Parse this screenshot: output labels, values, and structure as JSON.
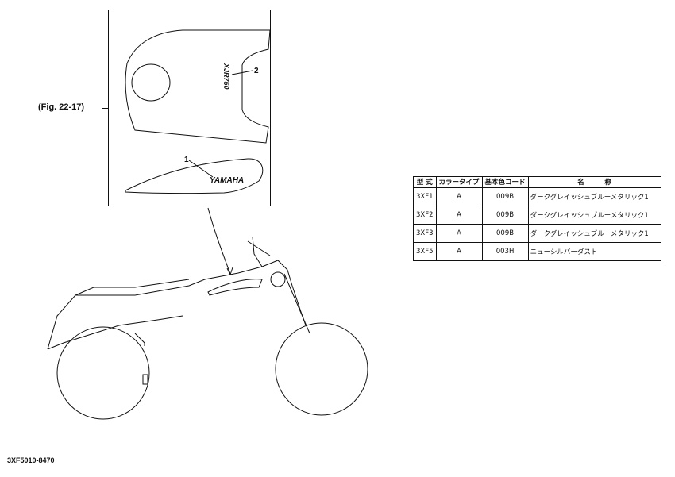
{
  "figure": {
    "ref_label": "(Fig. 22-17)",
    "callouts": [
      "1",
      "2"
    ],
    "tank_text": "YAMAHA",
    "cover_text": "XJR750"
  },
  "table": {
    "headers": [
      "型 式",
      "カラータイプ",
      "基本色コード",
      "名　　　称"
    ],
    "rows": [
      [
        "3XF1",
        "A",
        "009B",
        "ダークグレイッシュブルーメタリック1"
      ],
      [
        "3XF2",
        "A",
        "009B",
        "ダークグレイッシュブルーメタリック1"
      ],
      [
        "3XF3",
        "A",
        "009B",
        "ダークグレイッシュブルーメタリック1"
      ],
      [
        "3XF5",
        "A",
        "003H",
        "ニューシルバーダスト"
      ]
    ]
  },
  "footer": {
    "code": "3XF5010-8470"
  }
}
